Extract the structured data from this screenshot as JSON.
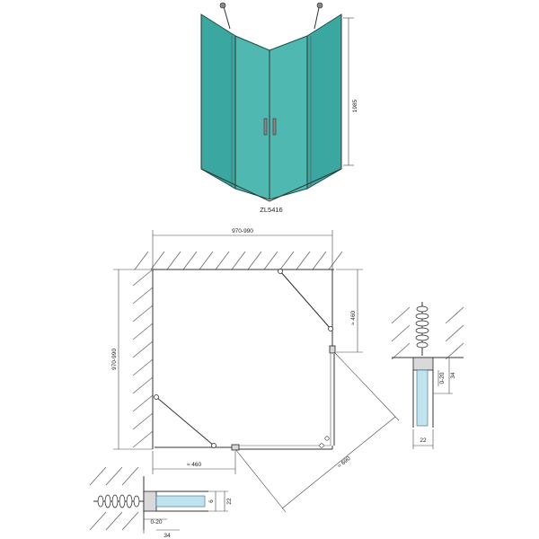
{
  "product_code": "ZL5416",
  "dimensions": {
    "height": "1985",
    "width_top": "970-990",
    "depth_left": "970-990",
    "door_bottom": "≈ 460",
    "door_right": "≈ 460",
    "diagonal": "≈ 690"
  },
  "detail_right": {
    "adjust": "0-20",
    "total": "34",
    "bottom": "22"
  },
  "detail_bottom": {
    "adjust": "0-20",
    "total": "34",
    "right_outer": "22",
    "right_inner": "6"
  },
  "colors": {
    "glass": "#3aa7a0",
    "line": "#333333",
    "detail_fill": "#bfe3ef"
  }
}
